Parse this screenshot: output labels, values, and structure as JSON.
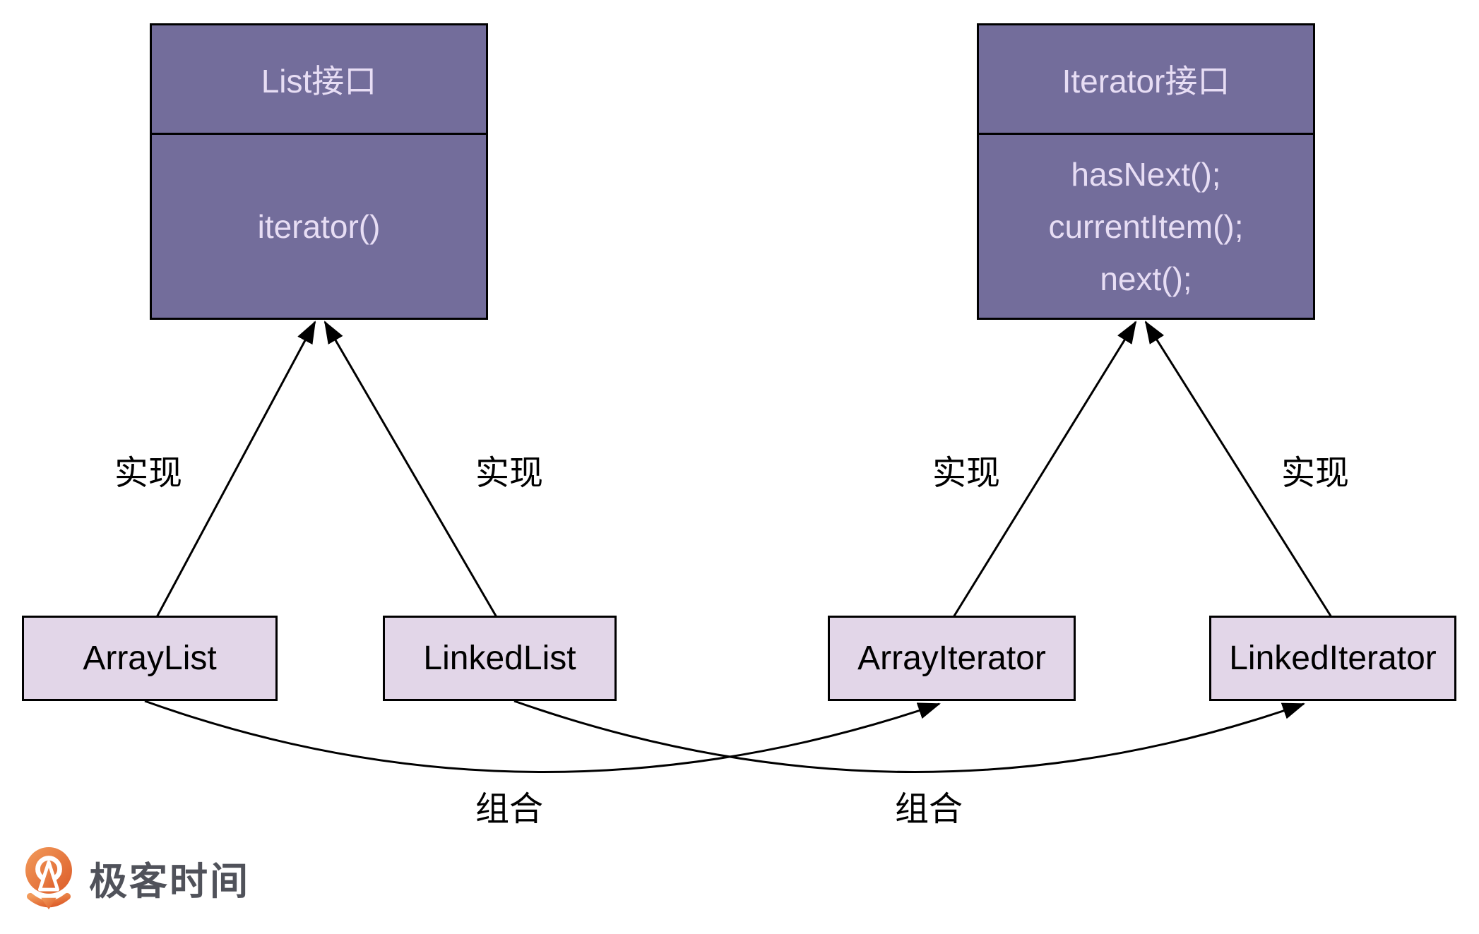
{
  "diagram": {
    "type": "uml-class-diagram",
    "background": "#FFFFFF"
  },
  "classes": {
    "list_interface": {
      "title": "List接口",
      "methods": [
        "iterator()"
      ]
    },
    "iterator_interface": {
      "title": "Iterator接口",
      "methods": [
        "hasNext();",
        "currentItem();",
        "next();"
      ]
    },
    "array_list": {
      "label": "ArrayList"
    },
    "linked_list": {
      "label": "LinkedList"
    },
    "array_iterator": {
      "label": "ArrayIterator"
    },
    "linked_iterator": {
      "label": "LinkedIterator"
    }
  },
  "edges": {
    "implements": [
      {
        "from": "ArrayList",
        "to": "List接口",
        "label": "实现"
      },
      {
        "from": "LinkedList",
        "to": "List接口",
        "label": "实现"
      },
      {
        "from": "ArrayIterator",
        "to": "Iterator接口",
        "label": "实现"
      },
      {
        "from": "LinkedIterator",
        "to": "Iterator接口",
        "label": "实现"
      }
    ],
    "composition": [
      {
        "from": "ArrayList",
        "to": "ArrayIterator",
        "label": "组合"
      },
      {
        "from": "LinkedList",
        "to": "LinkedIterator",
        "label": "组合"
      }
    ]
  },
  "logo": {
    "text": "极客时间",
    "icon": "geektime-pin-icon"
  },
  "colors": {
    "interface_fill": "#736D9B",
    "interface_text": "#E7DDF4",
    "class_fill": "#E2D6E8",
    "class_text": "#000000",
    "edge_line": "#000000",
    "logo_orange_light": "#F29B5B",
    "logo_orange_dark": "#DC5B28",
    "logo_text": "#50525A",
    "background": "#FFFFFF"
  }
}
